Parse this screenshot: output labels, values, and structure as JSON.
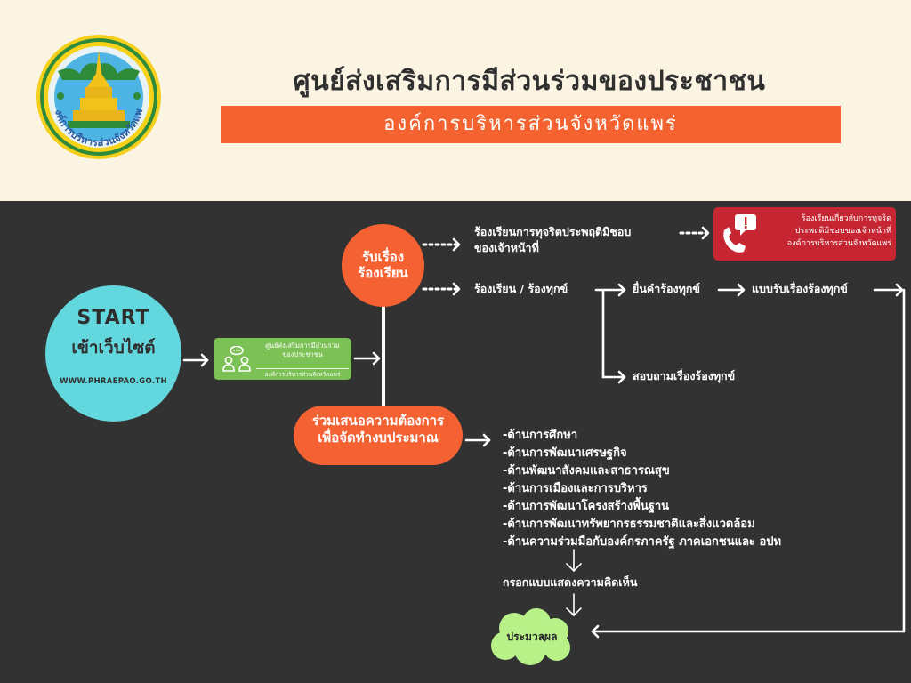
{
  "header": {
    "title": "ศูนย์ส่งเสริมการมีส่วนร่วมของประชาชน",
    "subtitle": "องค์การบริหารส่วนจังหวัดแพร่",
    "logo_text": "องค์การบริหารส่วนจังหวัดแพร่"
  },
  "start": {
    "label": "START",
    "sublabel": "เข้าเว็บไซต์",
    "url": "WWW.PHRAEPAO.GO.TH"
  },
  "site_card": {
    "line1": "ศูนย์ส่งเสริมการมีส่วนร่วม",
    "line2": "ของประชาชน",
    "line3": "องค์การบริหารส่วนจังหวัดแพร่"
  },
  "receive": {
    "line1": "รับเรื่อง",
    "line2": "ร้องเรียน"
  },
  "corruption": {
    "line1": "ร้องเรียนการทุจริตประพฤติมิชอบ",
    "line2": "ของเจ้าหน้าที่"
  },
  "report_box": {
    "line1": "ร้องเรียนเกี่ยวกับการทุจริต",
    "line2": "ประพฤติมิชอบของเจ้าหน้าที่",
    "line3": "องค์การบริหารส่วนจังหวัดแพร่"
  },
  "complaint": {
    "label": "ร้องเรียน / ร้องทุกข์",
    "submit": "ยื่นคำร้องทุกข์",
    "form": "แบบรับเรื่องร้องทุกข์",
    "inquiry": "สอบถามเรื่องร้องทุกข์"
  },
  "participate": {
    "line1": "ร่วมเสนอความต้องการ",
    "line2": "เพื่อจัดทำงบประมาณ"
  },
  "aspects": [
    "-ด้านการศึกษา",
    "-ด้านการพัฒนาเศรษฐกิจ",
    "-ด้านพัฒนาสังคมและสาธารณสุข",
    "-ด้านการเมืองและการบริหาร",
    "-ด้านการพัฒนาโครงสร้างพื้นฐาน",
    "-ด้านการพัฒนาทรัพยากรธรรมชาติและสิ่งแวดล้อม",
    "-ด้านความร่วมมือกับองค์กรภาครัฐ ภาคเอกชนและ อปท"
  ],
  "opinion_form": "กรอกแบบแสดงความคิดเห็น",
  "result": "ประมวลผล",
  "colors": {
    "header_bg": "#fcf4e3",
    "dark_bg": "#333232",
    "accent_orange": "#f4632f",
    "start_cyan": "#62d7dd",
    "card_green": "#7cc155",
    "report_red": "#c62632",
    "cloud_green": "#b9f189"
  },
  "icons": {
    "logo": "pagoda-emblem-icon",
    "site": "people-chat-icon",
    "report": "phone-warning-icon",
    "arrows": "arrow-right-icon"
  }
}
